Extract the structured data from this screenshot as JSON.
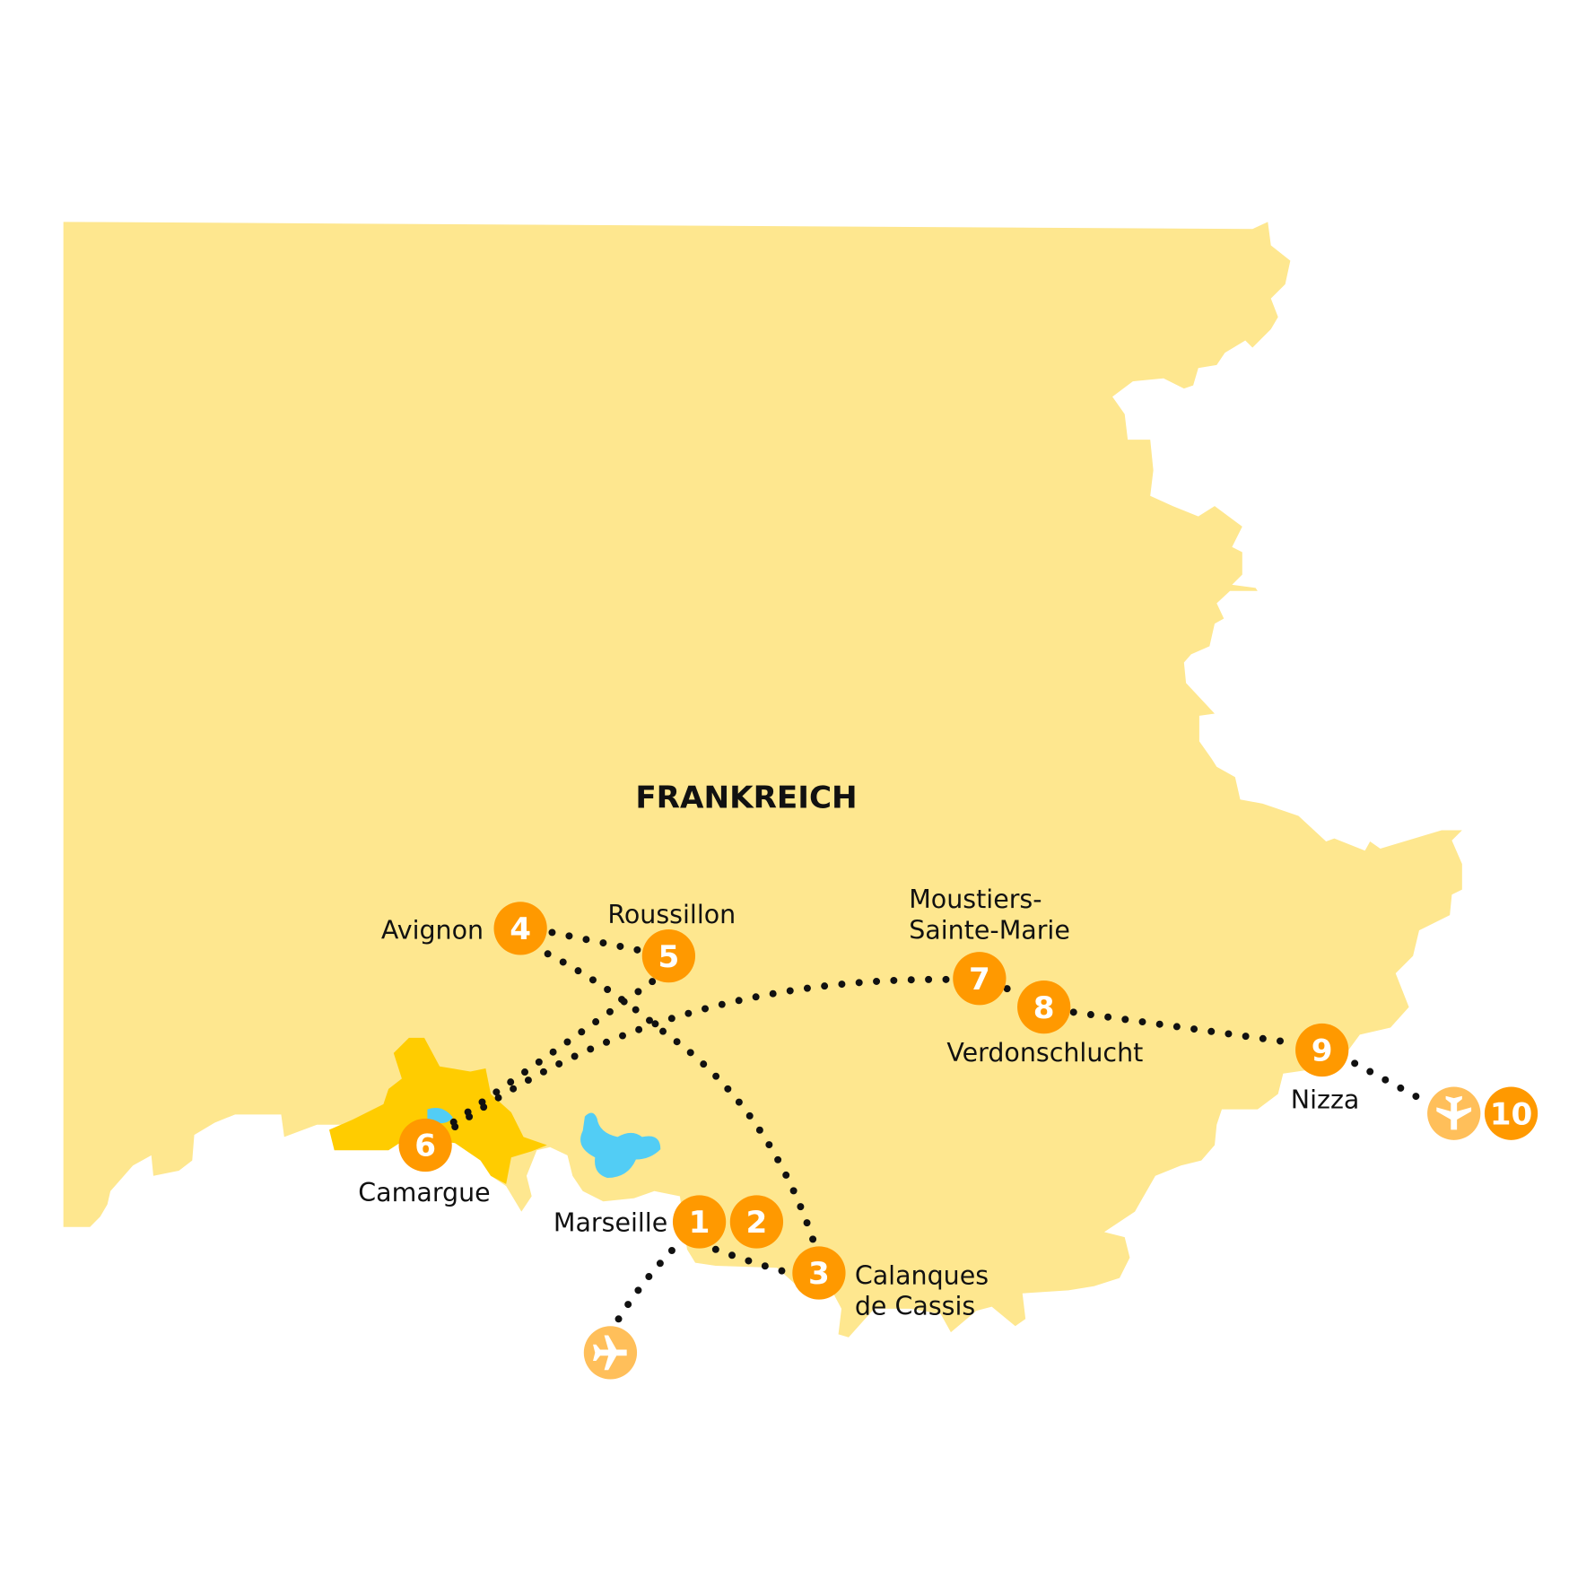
{
  "country_label": "FRANKREICH",
  "colors": {
    "land": "#FEE78F",
    "highlight": "#FFCC00",
    "water": "#52CDF5",
    "stop": "#FF9900",
    "airport": "#FFBF5A",
    "route": "#111111"
  },
  "stops": [
    {
      "number": "1",
      "label": "Marseille"
    },
    {
      "number": "2",
      "label": ""
    },
    {
      "number": "3",
      "label": "Calanques",
      "label2": "de Cassis"
    },
    {
      "number": "4",
      "label": "Avignon"
    },
    {
      "number": "5",
      "label": "Roussillon"
    },
    {
      "number": "6",
      "label": "Camargue"
    },
    {
      "number": "7",
      "label": "Moustiers-",
      "label2": "Sainte-Marie"
    },
    {
      "number": "8",
      "label": "Verdonschlucht"
    },
    {
      "number": "9",
      "label": "Nizza"
    },
    {
      "number": "10",
      "label": ""
    }
  ],
  "airports": [
    {
      "icon": "airplane-icon"
    },
    {
      "icon": "airplane-icon"
    }
  ]
}
